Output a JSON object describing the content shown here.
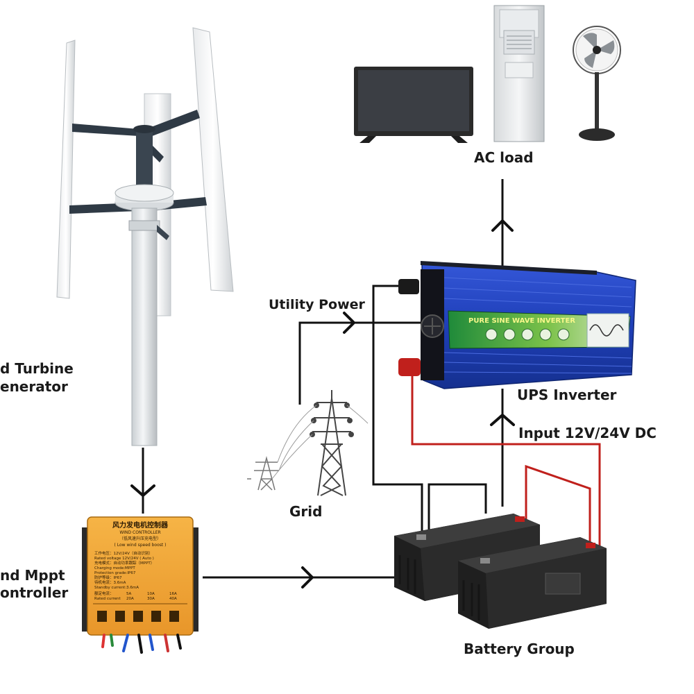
{
  "labels": {
    "ac_load": "AC load",
    "utility_power": "Utility Power",
    "wind_turbine_line1": "d Turbine",
    "wind_turbine_line2": "enerator",
    "ups_inverter": "UPS Inverter",
    "input_dc": "Input 12V/24V DC",
    "grid": "Grid",
    "controller_line1": "nd Mppt",
    "controller_line2": "ontroller",
    "battery_group": "Battery Group"
  },
  "inverter": {
    "panel_text": "PURE SINE WAVE INVERTER"
  },
  "controller_panel": {
    "title_cn": "风力发电机控制器",
    "title_en": "WIND CONTROLLER",
    "subtitle_cn": "（低风速升压充电型）",
    "subtitle_en": "( Low wind speed boost )",
    "line1": "工作电压：12V/24V（自动识别）",
    "line2": "Rated voltage 12V/24V ( Auto )",
    "line3": "充电模式：自动功率跟踪（MPPT）",
    "line4": "Charging mode:MPPT",
    "line5": "Protection grade:IP67",
    "line6": "防护等级：IP67",
    "line7": "待机电流：3.6mA",
    "line8": "Standby current:3.6mA",
    "rated_label_cn": "额定电流：",
    "rated_label_en": "Rated current",
    "opt_5a": "5A",
    "opt_10a": "10A",
    "opt_16a": "16A",
    "opt_20a": "20A",
    "opt_30a": "30A",
    "opt_40a": "40A"
  },
  "colors": {
    "wire_black": "#111111",
    "wire_red": "#c0201c",
    "inverter_blue": "#1f3fb8",
    "controller_orange": "#f2a531",
    "battery_dark": "#2b2b2b"
  }
}
